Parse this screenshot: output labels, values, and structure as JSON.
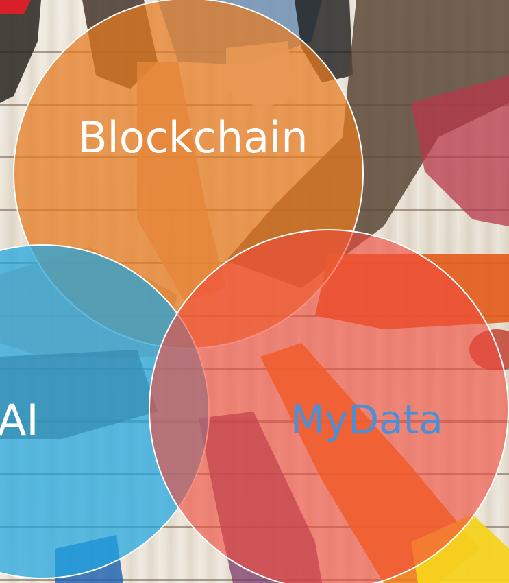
{
  "diagram": {
    "type": "venn",
    "circles": [
      {
        "label": "Blockchain",
        "fill": "#e87a1e",
        "label_color": "#ffffff"
      },
      {
        "label": "AI",
        "fill": "#1ea6e0",
        "label_color": "#ffffff"
      },
      {
        "label": "MyData",
        "fill": "#f04a3c",
        "label_color": "#4a90d9"
      }
    ],
    "outline_color": "#ffffff"
  },
  "background": {
    "image": "hands-stacked-on-wood-icon"
  }
}
